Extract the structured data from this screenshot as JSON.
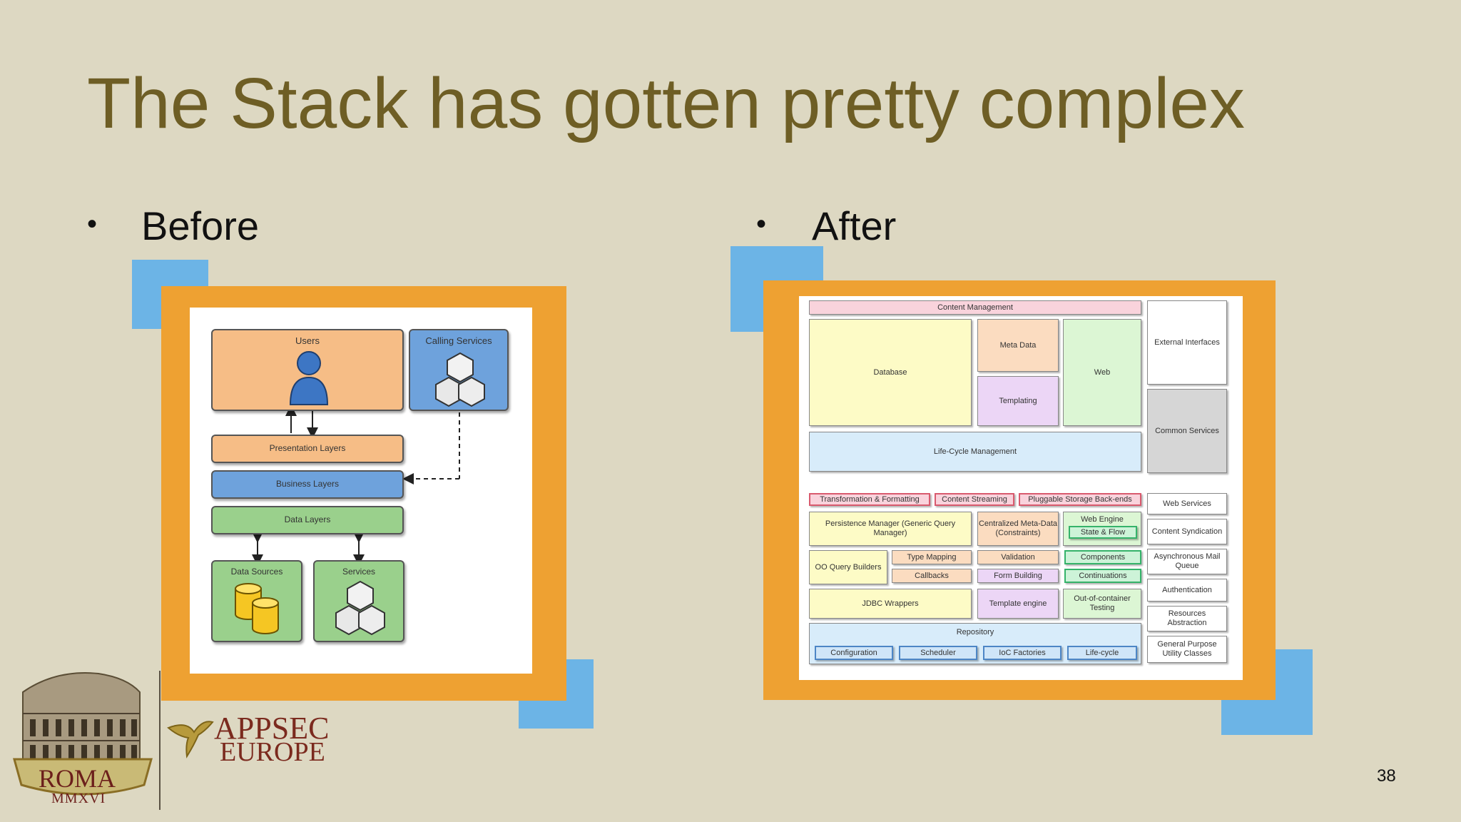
{
  "slide": {
    "title": "The Stack has gotten pretty complex",
    "page_number": "38"
  },
  "bullets": {
    "before": "Before",
    "after": "After",
    "marker": "•"
  },
  "before_diagram": {
    "users": "Users",
    "calling_services": "Calling Services",
    "presentation": "Presentation Layers",
    "business": "Business Layers",
    "data_layers": "Data Layers",
    "data_sources": "Data Sources",
    "services": "Services"
  },
  "after_diagram": {
    "content_management": "Content Management",
    "database": "Database",
    "meta_data": "Meta Data",
    "templating": "Templating",
    "web": "Web",
    "external_interfaces": "External Interfaces",
    "common_services": "Common Services",
    "lifecycle_mgmt": "Life-Cycle Management",
    "transformation": "Transformation & Formatting",
    "content_streaming": "Content Streaming",
    "pluggable_storage": "Pluggable Storage Back-ends",
    "web_services": "Web Services",
    "persistence_manager": "Persistence Manager (Generic Query Manager)",
    "centralized_meta": "Centralized Meta-Data (Constraints)",
    "web_engine": "Web Engine",
    "state_flow": "State & Flow",
    "content_syndication": "Content Syndication",
    "oo_query": "OO Query Builders",
    "type_mapping": "Type Mapping",
    "callbacks": "Callbacks",
    "validation": "Validation",
    "form_building": "Form Building",
    "components": "Components",
    "continuations": "Continuations",
    "async_mail": "Asynchronous Mail Queue",
    "authentication": "Authentication",
    "jdbc": "JDBC Wrappers",
    "template_engine": "Template engine",
    "out_of_container": "Out-of-container Testing",
    "resources_abstraction": "Resources Abstraction",
    "repository": "Repository",
    "configuration": "Configuration",
    "scheduler": "Scheduler",
    "ioc": "IoC Factories",
    "lifecycle": "Life-cycle",
    "general_purpose": "General Purpose Utility Classes"
  },
  "logos": {
    "roma": "ROMA",
    "year": "MMXVI",
    "appsec": "APPSEC",
    "europe": "EUROPE"
  },
  "colors": {
    "background": "#ddd8c2",
    "title": "#6e5e25",
    "frame_orange": "#eea132",
    "accent_blue": "#6cb4e6"
  }
}
